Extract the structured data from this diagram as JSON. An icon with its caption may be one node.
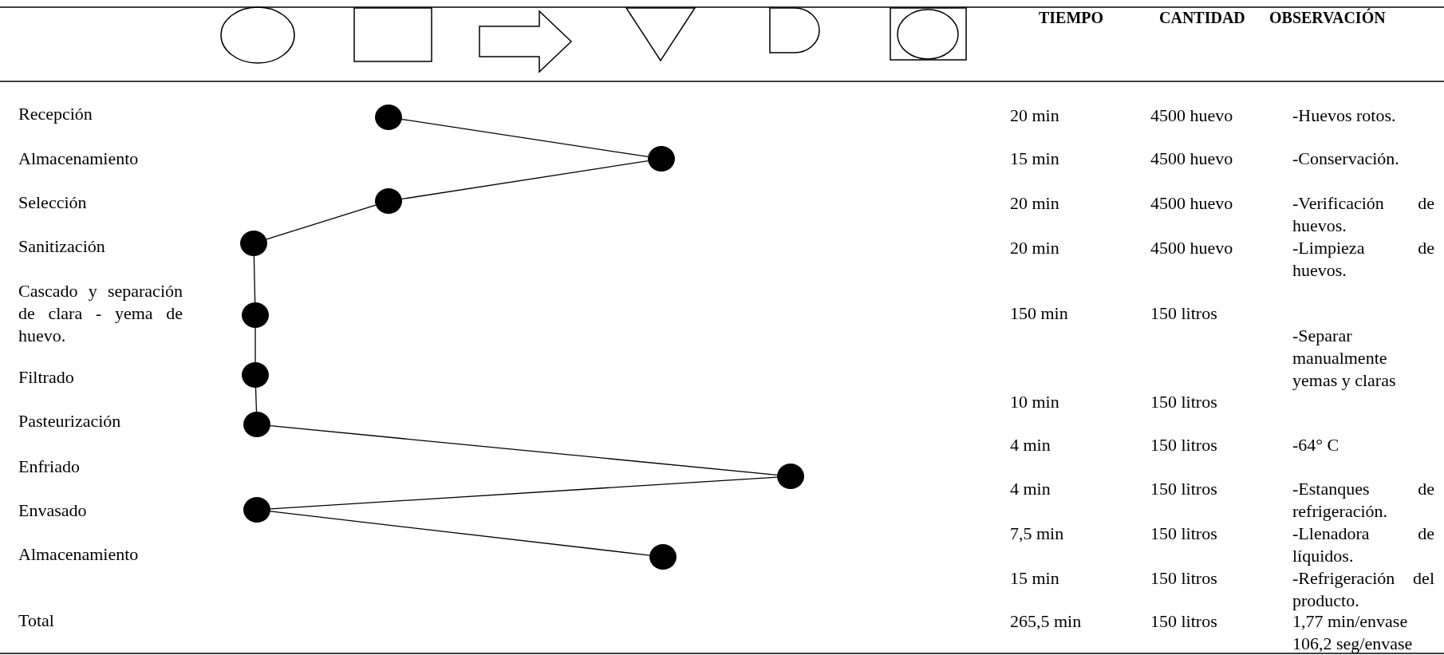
{
  "diagram": {
    "nodes": [
      {
        "text": [],
        "shape": "circle"
      },
      {
        "text": [],
        "shape": "circle"
      },
      {
        "text": [],
        "shape": "circle"
      },
      {
        "text": [],
        "shape": "circle"
      },
      {
        "text": [],
        "shape": "circle"
      },
      {
        "text": [],
        "shape": "circle"
      },
      {
        "text": [],
        "shape": "circle"
      },
      {
        "text": [],
        "shape": "circle"
      },
      {
        "text": [],
        "shape": "circle"
      },
      {
        "text": [],
        "shape": "circle"
      }
    ],
    "edges": [
      {
        "from": 0,
        "to": 1,
        "arrow": "none"
      },
      {
        "from": 1,
        "to": 2,
        "arrow": "none"
      },
      {
        "from": 2,
        "to": 3,
        "arrow": "none"
      },
      {
        "from": 3,
        "to": 4,
        "arrow": "none"
      },
      {
        "from": 4,
        "to": 5,
        "arrow": "none"
      },
      {
        "from": 5,
        "to": 6,
        "arrow": "none"
      },
      {
        "from": 6,
        "to": 7,
        "arrow": "none"
      },
      {
        "from": 7,
        "to": 8,
        "arrow": "none"
      },
      {
        "from": 8,
        "to": 9,
        "arrow": "none"
      }
    ],
    "labels": [
      "TIEMPO",
      "CANTIDAD",
      "OBSERVACIÓN",
      "Recepción",
      "20 min",
      "4500 huevo",
      "-Huevos rotos.",
      "Almacenamiento",
      "15 min",
      "4500 huevo",
      "-Conservación.",
      "Selección",
      "20 min",
      "4500 huevo",
      "-Verificación de huevos.",
      "Sanitización",
      "20 min",
      "4500 huevo",
      "-Limpieza de huevos.",
      "Cascado y separación de clara - yema de huevo.",
      "150 min",
      "150 litros",
      "-Separar manualmente yemas y claras",
      "Filtrado",
      "10 min",
      "150 litros",
      "Pasteurización",
      "4 min",
      "150 litros",
      "-64° C",
      "Enfriado",
      "4 min",
      "150 litros",
      "-Estanques de refrigeración.",
      "Envasado",
      "7,5 min",
      "150 litros",
      "-Llenadora de líquidos.",
      "Almacenamiento",
      "15 min",
      "150 litros",
      "-Refrigeración del producto.",
      "Total",
      "265,5 min",
      "150 litros",
      "1,77 min/envase",
      "106,2 seg/envase"
    ]
  }
}
